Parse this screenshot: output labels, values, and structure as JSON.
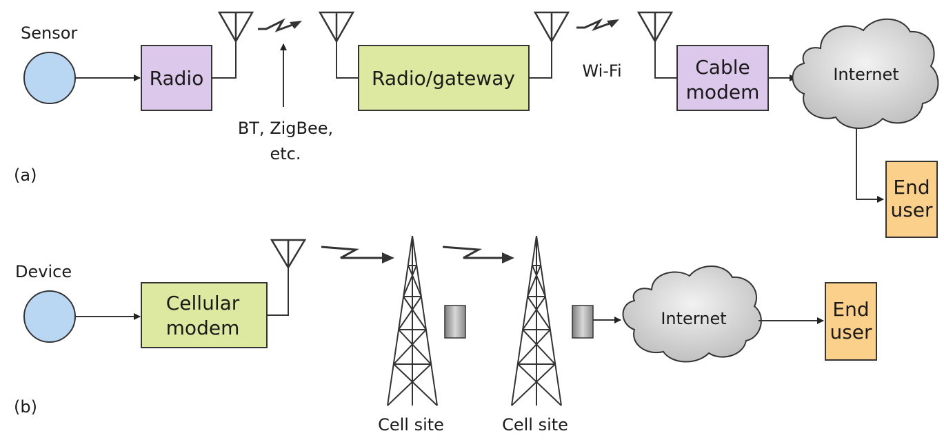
{
  "panel_a": {
    "tag": "(a)",
    "sensor_label": "Sensor",
    "radio_label": "Radio",
    "protocols_line1": "BT, ZigBee,",
    "protocols_line2": "etc.",
    "gateway_label": "Radio/gateway",
    "wifi_label": "Wi-Fi",
    "modem_line1": "Cable",
    "modem_line2": "modem",
    "internet_label": "Internet",
    "end_user_line1": "End",
    "end_user_line2": "user"
  },
  "panel_b": {
    "tag": "(b)",
    "device_label": "Device",
    "modem_line1": "Cellular",
    "modem_line2": "modem",
    "cell_site_1": "Cell site",
    "cell_site_2": "Cell site",
    "internet_label": "Internet",
    "end_user_line1": "End",
    "end_user_line2": "user"
  },
  "colors": {
    "circle_fill": "#b9d6f2",
    "radio_fill": "#dcc8ea",
    "gateway_fill": "#dde9a0",
    "end_user_fill": "#fbd08a",
    "cloud_fill": "#d6d6d6",
    "equipment_fill": "#a8a8a8",
    "stroke": "#333333"
  }
}
